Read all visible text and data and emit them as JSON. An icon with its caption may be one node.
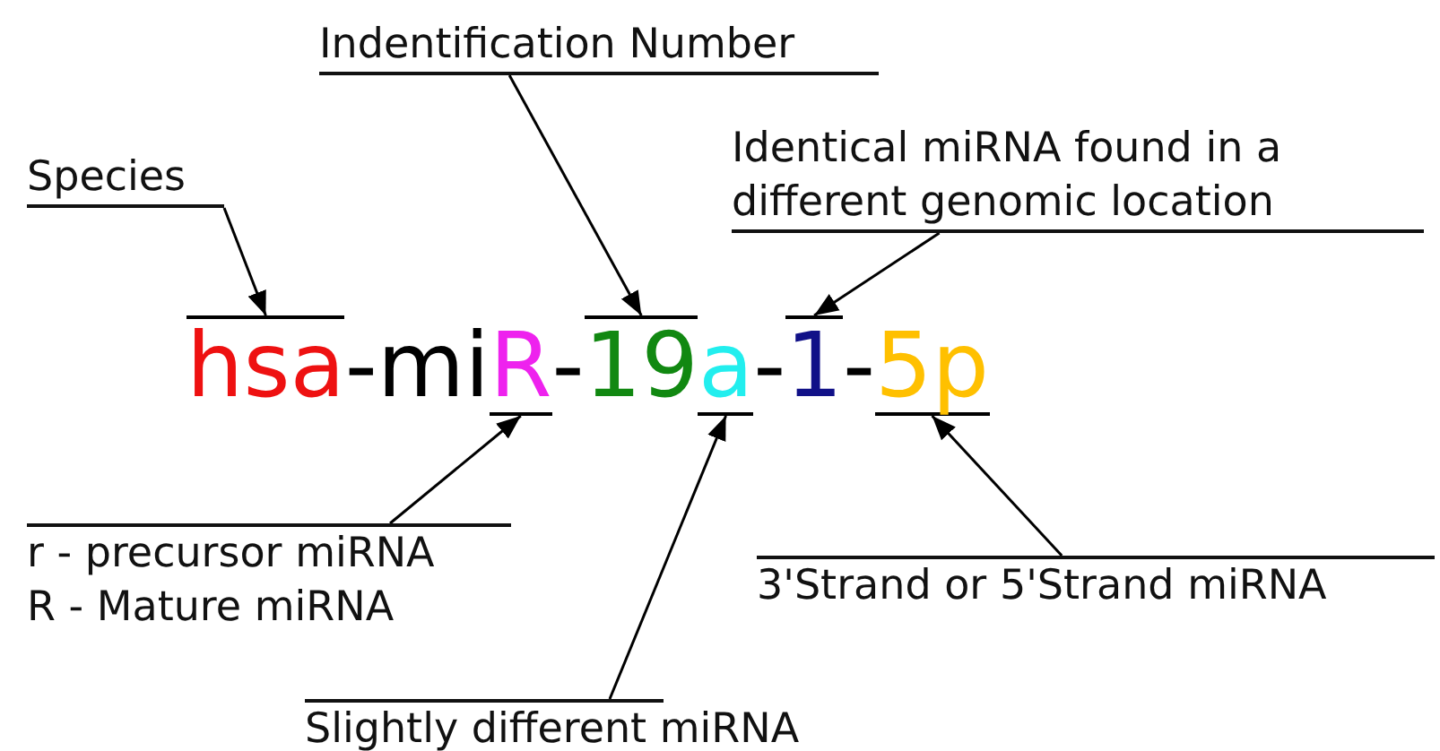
{
  "diagram": {
    "nodes": [
      {
        "text": [
          "Indentification Number"
        ]
      },
      {
        "text": [
          "Species"
        ]
      },
      {
        "text": [
          "Identical miRNA found in a different genomic location"
        ]
      },
      {
        "text": [
          "hsa"
        ]
      },
      {
        "text": [
          "R"
        ]
      },
      {
        "text": [
          "19"
        ]
      },
      {
        "text": [
          "a"
        ]
      },
      {
        "text": [
          "1"
        ]
      },
      {
        "text": [
          "5p"
        ]
      },
      {
        "text": [
          "r - precursor miRNA",
          "R - Mature miRNA"
        ]
      },
      {
        "text": [
          "3'Strand or 5'Strand miRNA"
        ]
      },
      {
        "text": [
          "Slightly different miRNA"
        ]
      }
    ],
    "edges": [
      {
        "from": 1,
        "to": 3,
        "arrow": "to"
      },
      {
        "from": 0,
        "to": 5,
        "arrow": "to"
      },
      {
        "from": 2,
        "to": 7,
        "arrow": "to"
      },
      {
        "from": 9,
        "to": 4,
        "arrow": "to"
      },
      {
        "from": 11,
        "to": 6,
        "arrow": "to"
      },
      {
        "from": 10,
        "to": 8,
        "arrow": "to"
      }
    ],
    "labels": [
      "-mi",
      "-",
      "-",
      "-"
    ]
  }
}
